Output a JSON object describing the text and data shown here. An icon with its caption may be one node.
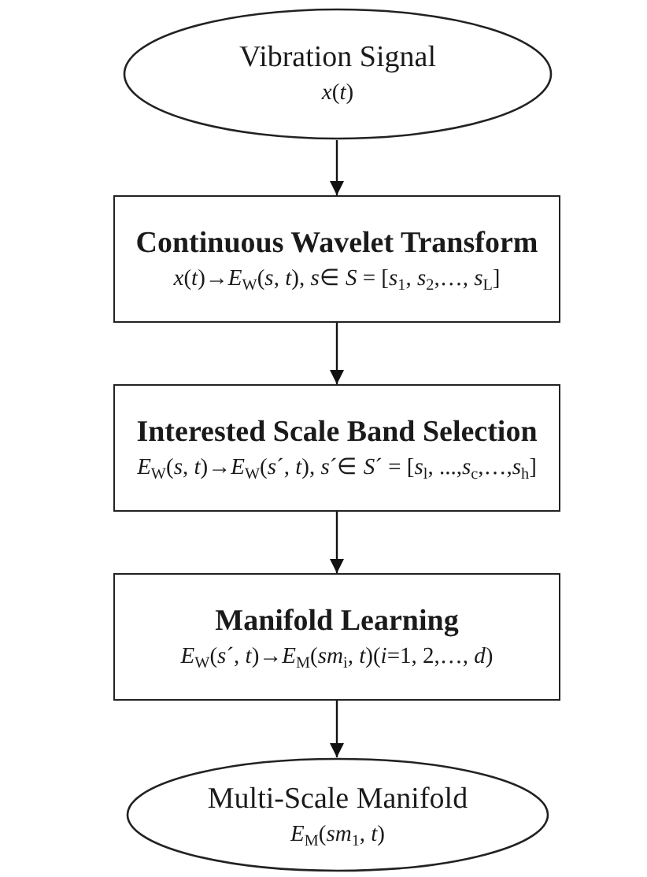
{
  "diagram": {
    "nodes": [
      {
        "text": [
          "Vibration Signal",
          "*x*(*t*)"
        ]
      },
      {
        "text": [
          "Continuous Wavelet Transform",
          "*x*(*t*)→*E*$_{W}$(*s*, *t*), *s*∈ *S* = [*s*$_{1}$, *s*$_{2}$,…, *s*$_{L}$]"
        ]
      },
      {
        "text": [
          "Interested Scale Band Selection",
          "*E*$_{W}$(*s*, *t*)→*E*$_{W}$(*s*´, *t*), *s*´∈ *S*´ = [*s*$_{l}$, ...,*s*$_{c}$,…,*s*$_{h}$]"
        ]
      },
      {
        "text": [
          "Manifold Learning",
          "*E*$_{W}$(*s*´, *t*)→*E*$_{M}$(*sm*$_{i}$, *t*)(*i*=1, 2,…, *d*)"
        ]
      },
      {
        "text": [
          "Multi-Scale Manifold",
          "*E*$_{M}$(*sm*$_{1}$, *t*)"
        ]
      }
    ],
    "edges": [
      {
        "from": 0,
        "to": 1,
        "arrow": "to"
      },
      {
        "from": 1,
        "to": 2,
        "arrow": "to"
      },
      {
        "from": 2,
        "to": 3,
        "arrow": "to"
      },
      {
        "from": 3,
        "to": 4,
        "arrow": "to"
      }
    ]
  }
}
